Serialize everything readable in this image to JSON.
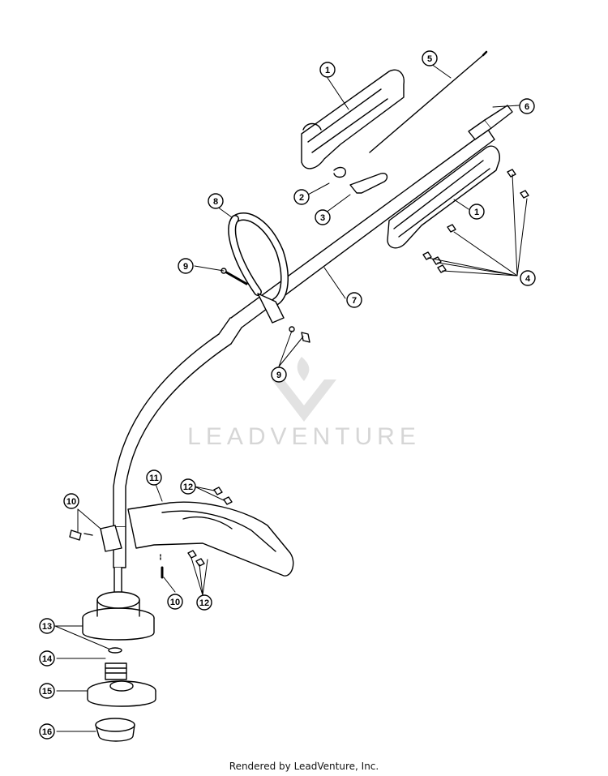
{
  "watermark": "LEADVENTURE",
  "footer": "Rendered by LeadVenture, Inc.",
  "callouts": [
    "1",
    "2",
    "3",
    "4",
    "5",
    "6",
    "7",
    "8",
    "9",
    "10",
    "11",
    "12",
    "13",
    "14",
    "15",
    "16"
  ]
}
